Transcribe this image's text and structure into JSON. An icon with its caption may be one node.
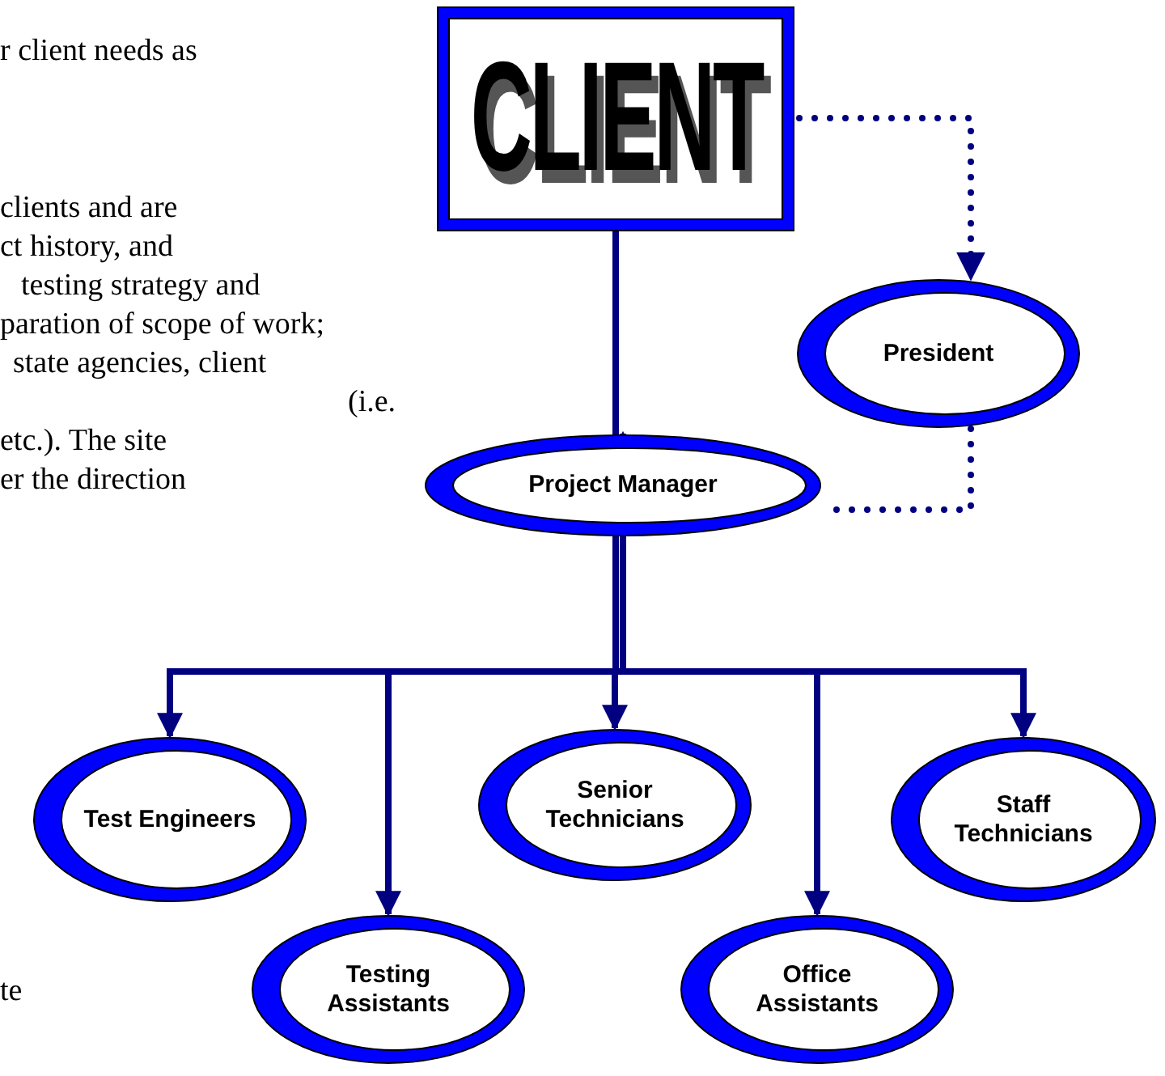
{
  "diagram": {
    "nodes": [
      {
        "text": [
          "CLIENT"
        ]
      },
      {
        "text": [
          "President"
        ]
      },
      {
        "text": [
          "Project Manager"
        ]
      },
      {
        "text": [
          "Test Engineers"
        ]
      },
      {
        "text": [
          "Testing Assistants"
        ]
      },
      {
        "text": [
          "Senior Technicians"
        ]
      },
      {
        "text": [
          "Office Assistants"
        ]
      },
      {
        "text": [
          "Staff Technicians"
        ]
      }
    ],
    "edges": [
      {
        "from": 0,
        "to": 2,
        "arrow": "to"
      },
      {
        "from": 0,
        "to": 1,
        "arrow": "to",
        "style": "dashed"
      },
      {
        "from": 1,
        "to": 2,
        "arrow": "none",
        "style": "dashed"
      },
      {
        "from": 2,
        "to": 3,
        "arrow": "to"
      },
      {
        "from": 2,
        "to": 4,
        "arrow": "to"
      },
      {
        "from": 2,
        "to": 5,
        "arrow": "to"
      },
      {
        "from": 2,
        "to": 6,
        "arrow": "to"
      },
      {
        "from": 2,
        "to": 7,
        "arrow": "to"
      }
    ],
    "labels": [
      "r client needs as",
      "clients and are",
      "ct history, and",
      "testing strategy and",
      "paration of scope of work;",
      "state agencies, client",
      "(i.e.",
      "etc.).  The site",
      "er the direction",
      "te"
    ]
  }
}
